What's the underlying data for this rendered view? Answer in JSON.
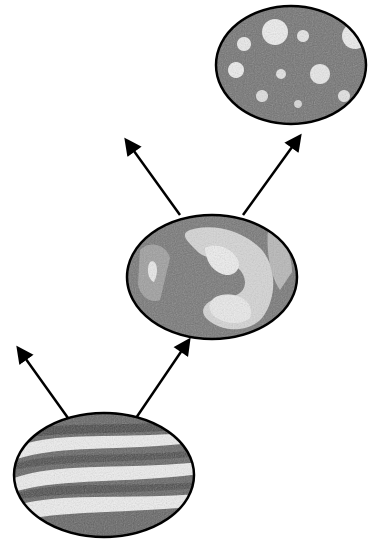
{
  "diagram": {
    "nodes": [
      {
        "id": "ellipse-bottom",
        "tissue": "layered-stripes-micrograph"
      },
      {
        "id": "ellipse-middle",
        "tissue": "branching-glands-micrograph"
      },
      {
        "id": "ellipse-top",
        "tissue": "cribriform-cluster-micrograph"
      }
    ],
    "arrows": [
      {
        "from": "ellipse-bottom",
        "direction": "up-left",
        "target": null
      },
      {
        "from": "ellipse-bottom",
        "direction": "up-right",
        "target": "ellipse-middle"
      },
      {
        "from": "ellipse-middle",
        "direction": "up-left",
        "target": null
      },
      {
        "from": "ellipse-middle",
        "direction": "up-right",
        "target": "ellipse-top"
      }
    ],
    "colors": {
      "stroke": "#000000",
      "tissue_dark": "#3a3a3a",
      "tissue_mid": "#7a7a7a",
      "tissue_light": "#c8c8c8",
      "lumen": "#f4f4f4"
    }
  }
}
